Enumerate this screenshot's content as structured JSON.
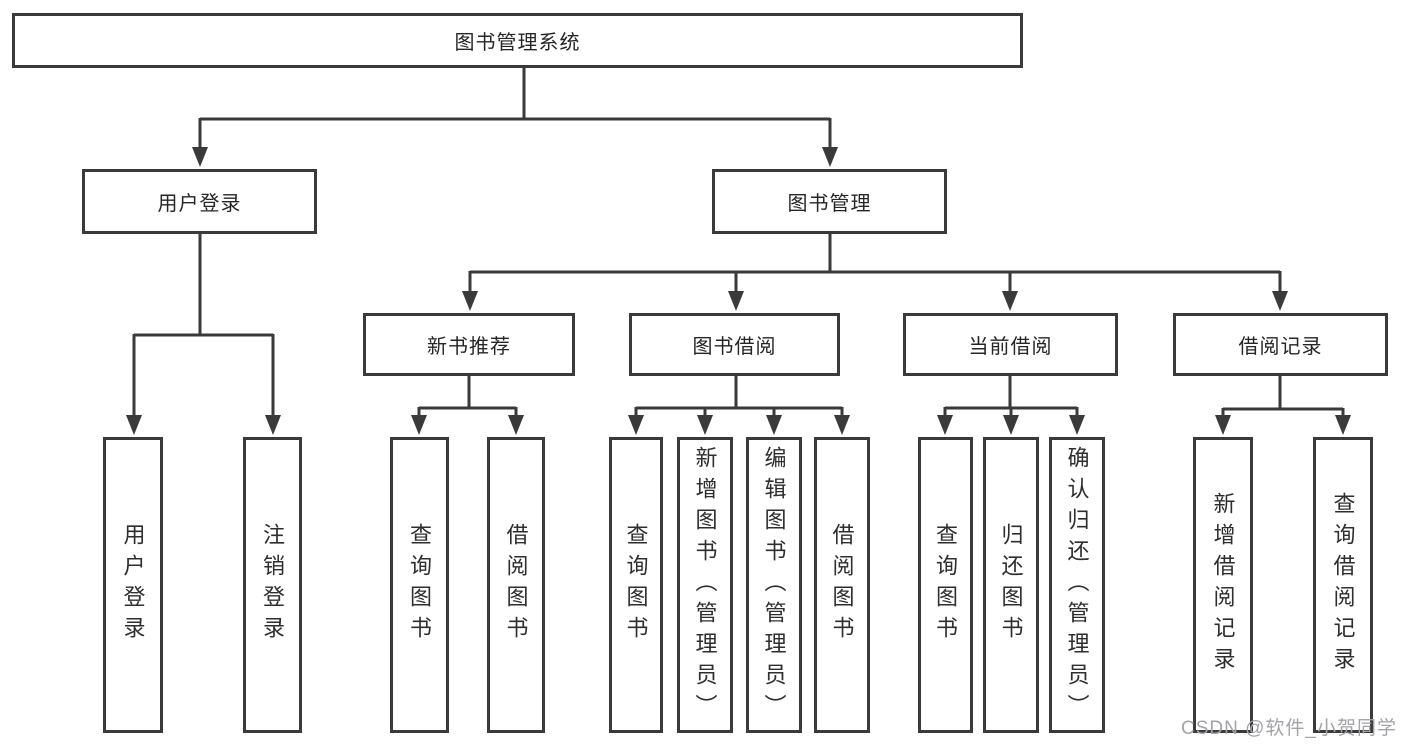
{
  "diagram": {
    "root": {
      "label": "图书管理系统"
    },
    "level2": [
      {
        "label": "用户登录"
      },
      {
        "label": "图书管理"
      }
    ],
    "level3": [
      {
        "label": "新书推荐"
      },
      {
        "label": "图书借阅"
      },
      {
        "label": "当前借阅"
      },
      {
        "label": "借阅记录"
      }
    ],
    "leaves": [
      {
        "label": "用户登录"
      },
      {
        "label": "注销登录"
      },
      {
        "label": "查询图书"
      },
      {
        "label": "借阅图书"
      },
      {
        "label": "查询图书"
      },
      {
        "label": "新增图书（管理员）"
      },
      {
        "label": "编辑图书（管理员）"
      },
      {
        "label": "借阅图书"
      },
      {
        "label": "查询图书"
      },
      {
        "label": "归还图书"
      },
      {
        "label": "确认归还（管理员）"
      },
      {
        "label": "新增借阅记录"
      },
      {
        "label": "查询借阅记录"
      }
    ]
  },
  "watermark": {
    "text": "CSDN @软件_小贺同学"
  },
  "colors": {
    "line": "#3a3a3a",
    "background": "#ffffff",
    "watermark": "#a3a3a8"
  }
}
